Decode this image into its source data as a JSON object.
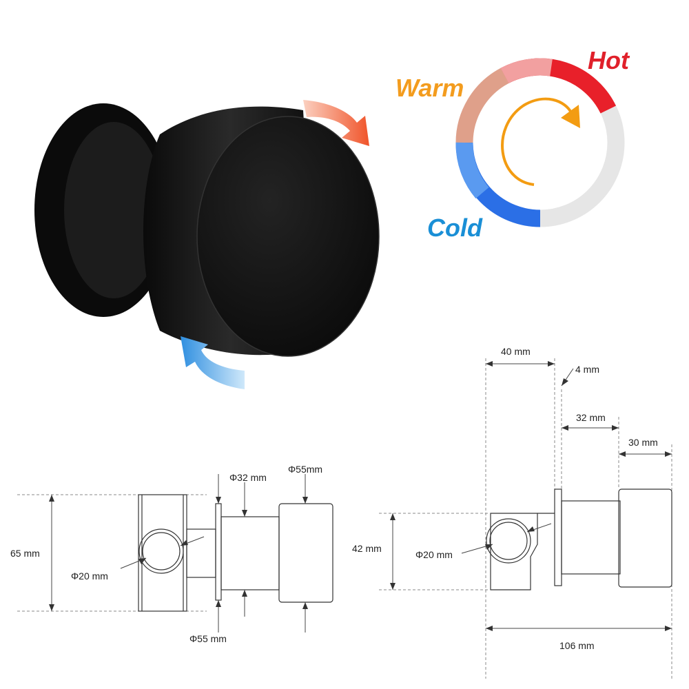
{
  "temperature": {
    "warm": "Warm",
    "hot": "Hot",
    "cold": "Cold",
    "colors": {
      "warm_text": "#f39c1e",
      "hot_text": "#e0202a",
      "cold_text": "#1a8fd6",
      "arrow": "#f39c12"
    }
  },
  "front_view": {
    "height": "65 mm",
    "pipe_dia": "Φ20 mm",
    "shaft_dia": "Φ32 mm",
    "knob_dia": "Φ55mm",
    "plate_dia": "Φ55 mm"
  },
  "side_view": {
    "depth_40": "40 mm",
    "plate_4": "4 mm",
    "shaft_32": "32 mm",
    "knob_30": "30 mm",
    "height_42": "42 mm",
    "pipe_dia": "Φ20 mm",
    "total_106": "106 mm"
  }
}
